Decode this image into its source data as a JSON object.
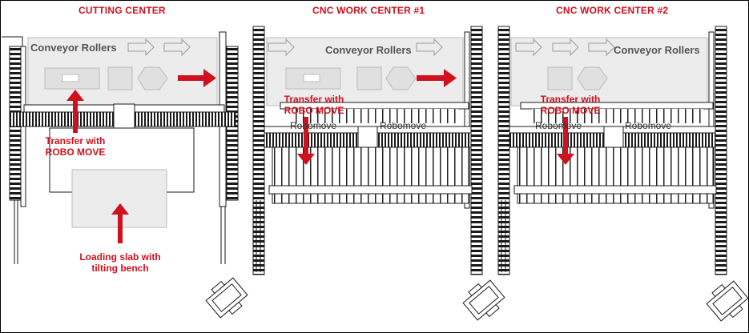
{
  "sections": [
    {
      "title": "CUTTING CENTER",
      "conveyor_label": "Conveyor Rollers"
    },
    {
      "title": "CNC WORK CENTER #1",
      "conveyor_label": "Conveyor Rollers"
    },
    {
      "title": "CNC WORK CENTER #2",
      "conveyor_label": "Conveyor Rollers"
    }
  ],
  "labels": {
    "transfer_1_line1": "Transfer with",
    "transfer_1_line2": "ROBO MOVE",
    "transfer_2_line1": "Transfer with",
    "transfer_2_line2": "ROBO MOVE",
    "transfer_3_line1": "Transfer with",
    "transfer_3_line2": "ROBO MOVE",
    "loading_line1": "Loading slab with",
    "loading_line2": "tilting bench"
  },
  "machine_text": {
    "robomove_a": "Robomove",
    "robomove_b": "Robomove",
    "robomove_c": "Robomove",
    "robomove_d": "Robomove"
  },
  "colors": {
    "accent_red": "#d0101c",
    "line": "#1a1a1a",
    "panel_gray": "#ececec",
    "label_gray": "#555555"
  }
}
